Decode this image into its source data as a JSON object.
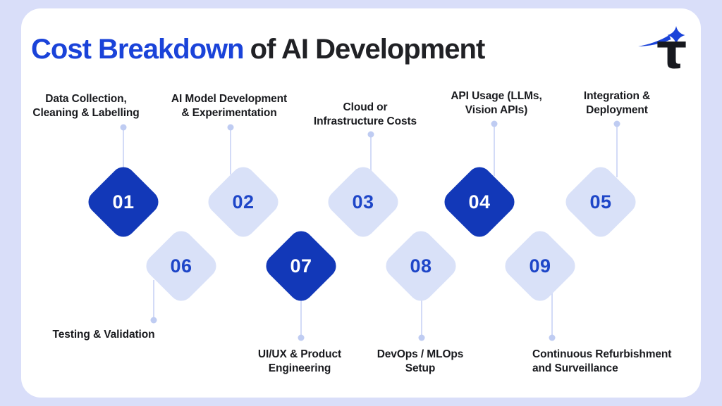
{
  "title": {
    "highlight": "Cost Breakdown",
    "rest": "of AI Development"
  },
  "logo": {
    "glyph": "τ"
  },
  "steps": [
    {
      "num": "01",
      "label": "Data Collection,\nCleaning & Labelling",
      "variant": "dark"
    },
    {
      "num": "02",
      "label": "AI Model Development\n& Experimentation",
      "variant": "light"
    },
    {
      "num": "03",
      "label": "Cloud or\nInfrastructure Costs",
      "variant": "light"
    },
    {
      "num": "04",
      "label": "API Usage (LLMs,\nVision APIs)",
      "variant": "dark"
    },
    {
      "num": "05",
      "label": "Integration &\nDeployment",
      "variant": "light"
    },
    {
      "num": "06",
      "label": "Testing & Validation",
      "variant": "light"
    },
    {
      "num": "07",
      "label": "UI/UX & Product\nEngineering",
      "variant": "dark"
    },
    {
      "num": "08",
      "label": "DevOps / MLOps\nSetup",
      "variant": "light"
    },
    {
      "num": "09",
      "label": "Continuous Refurbishment\nand Surveillance",
      "variant": "light"
    }
  ],
  "colors": {
    "background": "#d9def9",
    "card": "#ffffff",
    "title_blue": "#1a43d9",
    "title_dark": "#202125",
    "diamond_dark": "#1238b8",
    "diamond_light": "#d9e1f8",
    "number_blue": "#1e46c8",
    "connector": "#d3dbf7"
  }
}
